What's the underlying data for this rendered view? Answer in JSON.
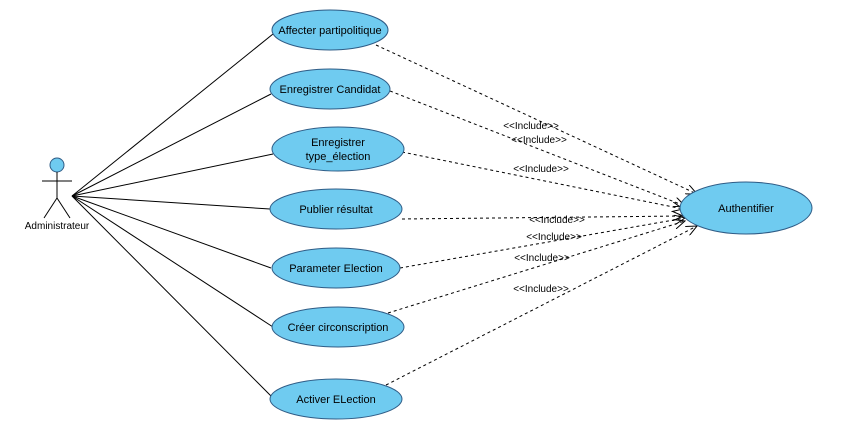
{
  "actor": {
    "name": "Administrateur"
  },
  "use_cases": [
    {
      "id": "uc1",
      "lines": [
        "Affecter partipolitique"
      ]
    },
    {
      "id": "uc2",
      "lines": [
        "Enregistrer Candidat"
      ]
    },
    {
      "id": "uc3",
      "lines": [
        "Enregistrer",
        "type_élection"
      ]
    },
    {
      "id": "uc4",
      "lines": [
        "Publier résultat"
      ]
    },
    {
      "id": "uc5",
      "lines": [
        "Parameter Election"
      ]
    },
    {
      "id": "uc6",
      "lines": [
        "Créer circonscription"
      ]
    },
    {
      "id": "uc7",
      "lines": [
        "Activer ELection"
      ]
    }
  ],
  "target": {
    "id": "auth",
    "label": "Authentifier"
  },
  "relationship": {
    "stereotype": "<<Include>>"
  },
  "colors": {
    "use_case_fill": "#6fcbf0",
    "use_case_stroke": "#2f5c86"
  }
}
